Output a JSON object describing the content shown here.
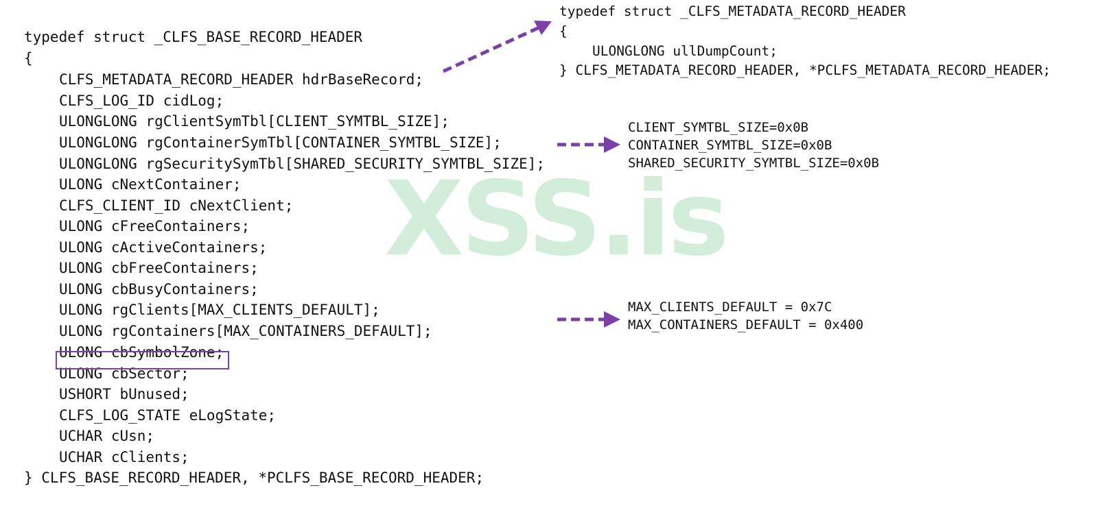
{
  "watermark": "XSS.is",
  "colors": {
    "arrow": "#7b3fa6",
    "highlight": "#7b3fa6",
    "watermark": "#d2eedb"
  },
  "main_struct": {
    "open": "typedef struct _CLFS_BASE_RECORD_HEADER",
    "brace_open": "{",
    "fields": [
      "CLFS_METADATA_RECORD_HEADER hdrBaseRecord;",
      "CLFS_LOG_ID cidLog;",
      "ULONGLONG rgClientSymTbl[CLIENT_SYMTBL_SIZE];",
      "ULONGLONG rgContainerSymTbl[CONTAINER_SYMTBL_SIZE];",
      "ULONGLONG rgSecuritySymTbl[SHARED_SECURITY_SYMTBL_SIZE];",
      "ULONG cNextContainer;",
      "CLFS_CLIENT_ID cNextClient;",
      "ULONG cFreeContainers;",
      "ULONG cActiveContainers;",
      "ULONG cbFreeContainers;",
      "ULONG cbBusyContainers;",
      "ULONG rgClients[MAX_CLIENTS_DEFAULT];",
      "ULONG rgContainers[MAX_CONTAINERS_DEFAULT];",
      "ULONG cbSymbolZone;",
      "ULONG cbSector;",
      "USHORT bUnused;",
      "CLFS_LOG_STATE eLogState;",
      "UCHAR cUsn;",
      "UCHAR cClients;"
    ],
    "close": "} CLFS_BASE_RECORD_HEADER, *PCLFS_BASE_RECORD_HEADER;",
    "highlighted_field": "ULONG cbSymbolZone;"
  },
  "metadata_struct": {
    "open": "typedef struct _CLFS_METADATA_RECORD_HEADER",
    "brace_open": "{",
    "field": "ULONGLONG ullDumpCount;",
    "close": "} CLFS_METADATA_RECORD_HEADER, *PCLFS_METADATA_RECORD_HEADER;"
  },
  "symtbl_notes": [
    "CLIENT_SYMTBL_SIZE=0x0B",
    "CONTAINER_SYMTBL_SIZE=0x0B",
    "SHARED_SECURITY_SYMTBL_SIZE=0x0B"
  ],
  "default_notes": [
    "MAX_CLIENTS_DEFAULT = 0x7C",
    "MAX_CONTAINERS_DEFAULT = 0x400"
  ]
}
